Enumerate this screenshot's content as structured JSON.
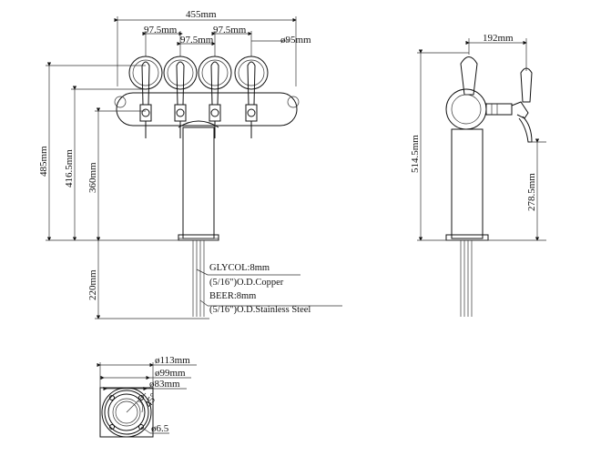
{
  "front_view": {
    "width_total": "455mm",
    "spacing_1": "97.5mm",
    "spacing_2": "97.5mm",
    "spacing_3": "97.5mm",
    "medallion_dia": "ø95mm",
    "height_total": "485mm",
    "height_tap": "416.5mm",
    "height_column": "360mm",
    "shank_length": "220mm"
  },
  "notes": {
    "glycol_line1": "GLYCOL:8mm",
    "glycol_line2": "(5/16\")O.D.Copper",
    "beer_line1": "BEER:8mm",
    "beer_line2": "(5/16\")O.D.Stainless Steel"
  },
  "side_view": {
    "depth": "192mm",
    "height_total": "514.5mm",
    "height_spout": "278.5mm"
  },
  "base_view": {
    "dia_outer": "ø113mm",
    "dia_mid": "ø99mm",
    "dia_inner": "ø83mm",
    "angle": "45°",
    "hole_dia": "ø6.5"
  }
}
